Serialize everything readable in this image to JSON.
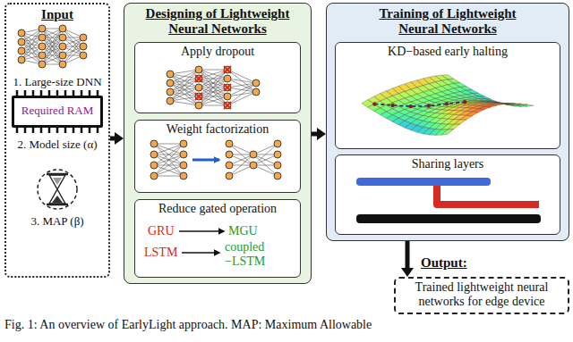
{
  "diagram": {
    "caption": "Fig. 1: An overview of EarlyLight approach. MAP: Maximum Allowable",
    "nodes": [
      {
        "text": [
          "Input",
          "1. Large-size DNN",
          "2. Model size (α)",
          "3. MAP (β)"
        ]
      },
      {
        "text": [
          "Required RAM"
        ],
        "in": 0
      },
      {
        "text": [
          "Designing of Lightweight Neural Networks"
        ]
      },
      {
        "text": [
          "Apply dropout"
        ],
        "in": 2
      },
      {
        "text": [
          "Weight factorization"
        ],
        "in": 2
      },
      {
        "text": [
          "Reduce gated operation",
          "GRU",
          "MGU",
          "LSTM",
          "coupled −LSTM"
        ],
        "in": 2
      },
      {
        "text": [
          "Training of Lightweight Neural Networks"
        ]
      },
      {
        "text": [
          "KD−based early halting"
        ],
        "in": 6
      },
      {
        "text": [
          "Sharing layers"
        ],
        "in": 6
      },
      {
        "text": [
          "Output:",
          "Trained lightweight neural networks for edge device"
        ]
      }
    ],
    "edges": [
      {
        "from": 0,
        "to": 2,
        "arrow": "to"
      },
      {
        "from": 2,
        "to": 6,
        "arrow": "to"
      },
      {
        "from": 6,
        "to": 9,
        "arrow": "to"
      }
    ]
  }
}
